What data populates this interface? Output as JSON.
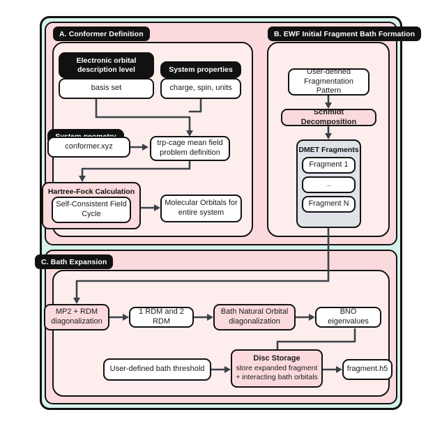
{
  "figure": {
    "outer_bg": "#d6f2ea",
    "panel_bg": "#fadadd",
    "inner_bg": "#fdeded",
    "accent_dark": "#111111",
    "node_pink": "#fadadd",
    "node_grey": "#dfe3e8",
    "connector": "#3b4248"
  },
  "sections": {
    "a": {
      "label": "A. Conformer Definition"
    },
    "b": {
      "label": "B. EWF Initial Fragment Bath Formation"
    },
    "c": {
      "label": "C. Bath Expansion"
    }
  },
  "section_a": {
    "electronic_orbital_header": "Electronic orbital description level",
    "electronic_orbital_value": "basis set",
    "system_properties_header": "System properties",
    "system_properties_value": "charge, spin, units",
    "system_geometry_header": "System geometry",
    "system_geometry_value": "conformer.xyz",
    "mean_field": "trp-cage mean field problem definition",
    "hartree_fock_title": "Hartree-Fock Calculation",
    "scf_cycle": "Self-Consistent Field Cycle",
    "molecular_orbitals": "Molecular Orbitals for entire system"
  },
  "section_b": {
    "fragmentation_pattern": "User-defined Fragmentation Pattern",
    "schmidt_decomposition": "Schmidt Decomposition",
    "dmet_title": "DMET Fragments",
    "fragments": [
      "Fragment 1",
      "...",
      "Fragment N"
    ]
  },
  "section_c": {
    "mp2_rdm": "MP2 + RDM diagonalization",
    "rdm_12": "1 RDM and 2 RDM",
    "bno_diag": "Bath Natural Orbital diagonalization",
    "bno_eigenvalues": "BNO eigenvalues",
    "bath_threshold": "User-defined bath threshold",
    "disc_storage_title": "Disc Storage",
    "disc_storage_body": "store expanded fragment + interacting bath orbitals",
    "fragment_file": "fragment.h5"
  }
}
